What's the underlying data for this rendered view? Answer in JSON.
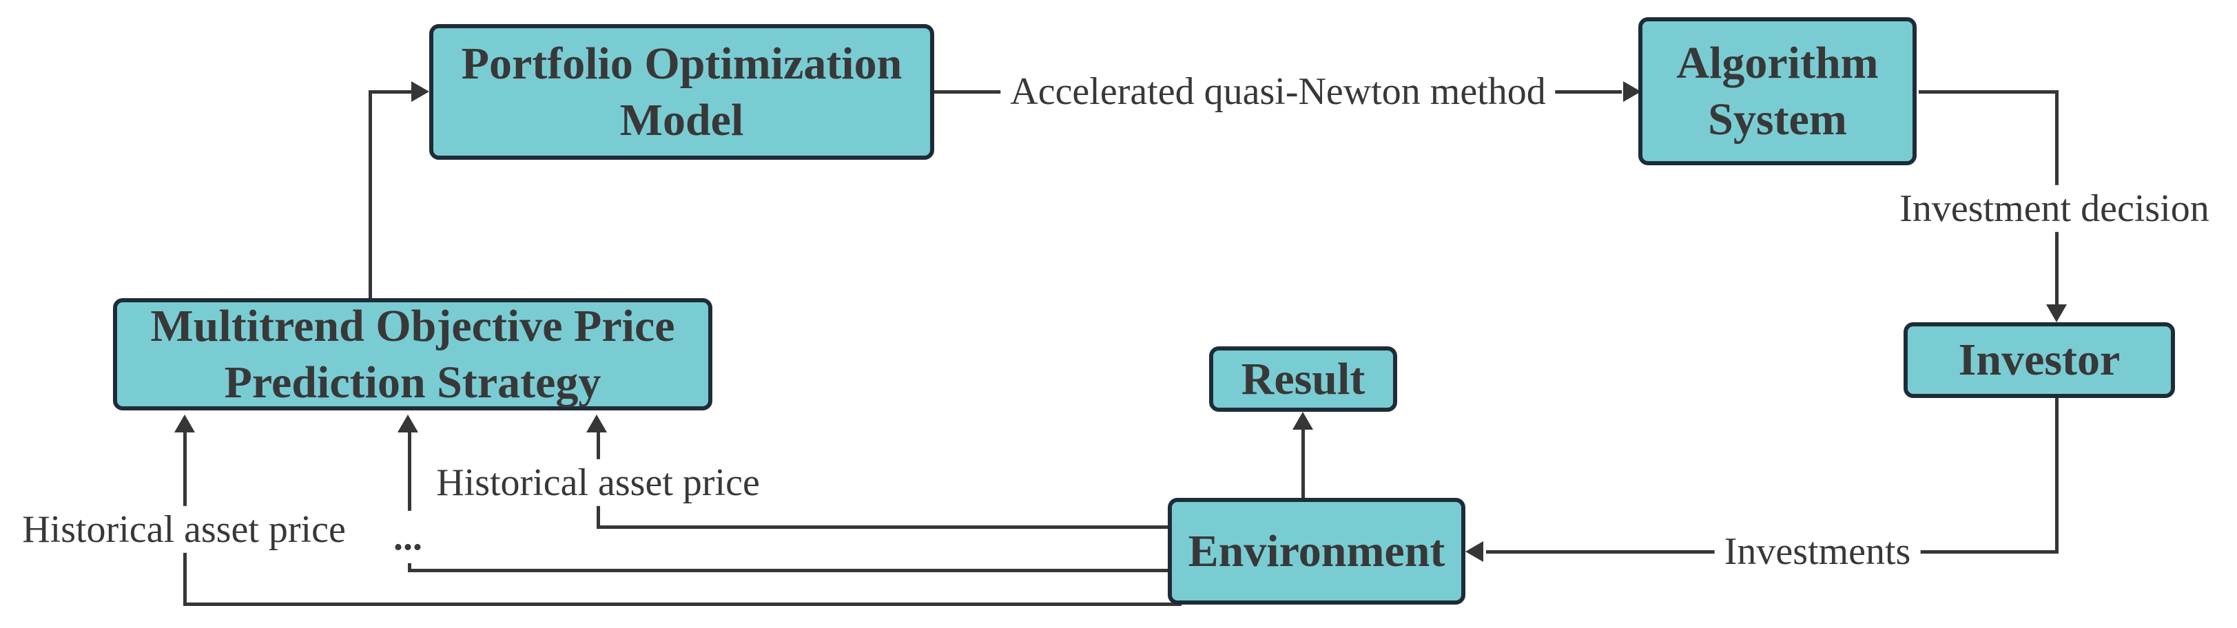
{
  "colors": {
    "node_fill": "#7accd3",
    "node_border": "#1e2c38",
    "connector_line": "#363636",
    "text": "#383838",
    "background": "#ffffff"
  },
  "nodes": {
    "portfolio_model": {
      "label": "Portfolio Optimization Model"
    },
    "algorithm_system": {
      "label": "Algorithm System"
    },
    "prediction_strategy": {
      "label": "Multitrend Objective Price Prediction Strategy"
    },
    "result": {
      "label": "Result"
    },
    "environment": {
      "label": "Environment"
    },
    "investor": {
      "label": "Investor"
    }
  },
  "edge_labels": {
    "quasi_newton": "Accelerated quasi-Newton method",
    "investment_decision": "Investment decision",
    "investments": "Investments",
    "historical_asset_price_left": "Historical asset price",
    "historical_asset_price_right": "Historical asset price",
    "ellipsis": "..."
  }
}
